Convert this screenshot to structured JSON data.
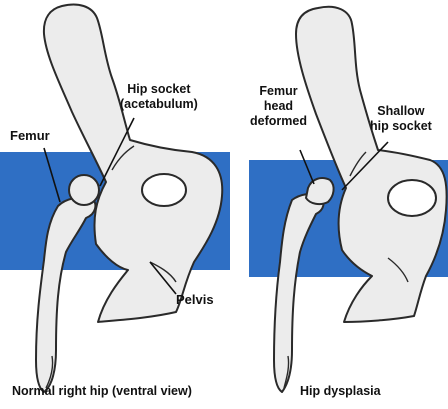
{
  "colors": {
    "background_band": "#2f6fc4",
    "bone_fill": "#ececec",
    "bone_outline": "#2a2a2a",
    "hole_fill": "#ffffff"
  },
  "labels": {
    "normal_femur": "Femur",
    "normal_socket": "Hip socket\n(acetabulum)",
    "normal_pelvis": "Pelvis",
    "dysplasia_femur_head": "Femur\nhead\ndeformed",
    "dysplasia_shallow_socket": "Shallow\nhip socket"
  },
  "captions": {
    "normal": "Normal right hip (ventral view)",
    "dysplasia": "Hip dysplasia"
  }
}
